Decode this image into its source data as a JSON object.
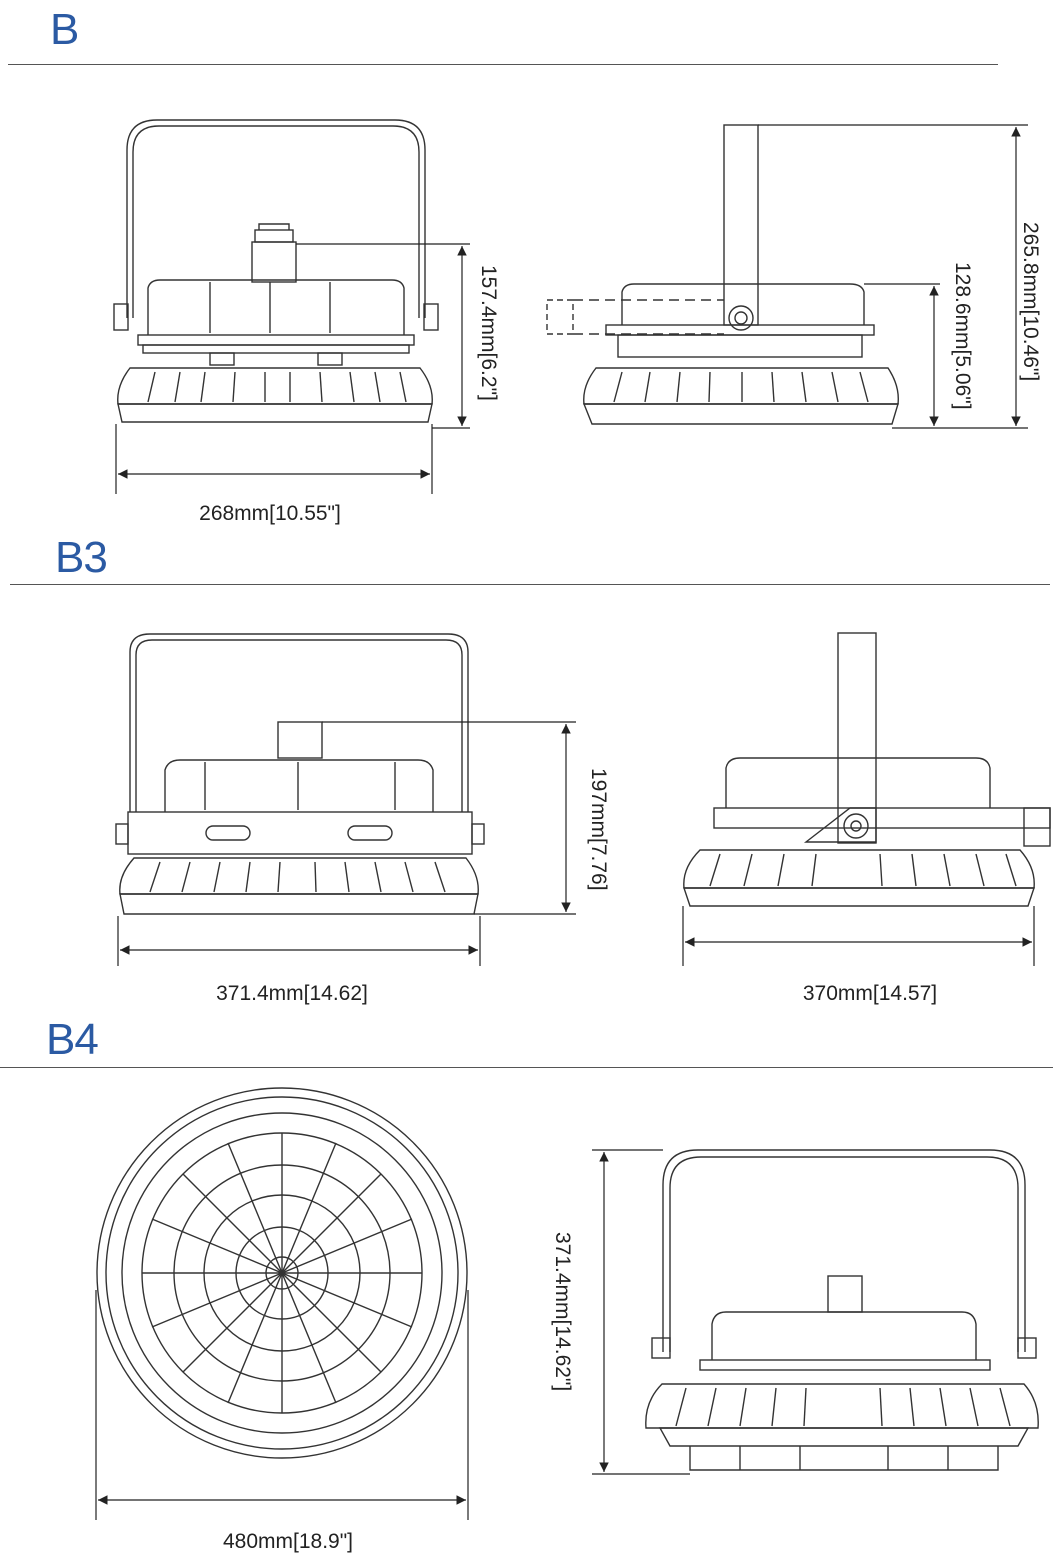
{
  "sections": [
    {
      "title": "B",
      "dimensions": {
        "front_height": "157.4mm[6.2\"]",
        "front_width": "268mm[10.55\"]",
        "side_body_height": "128.6mm[5.06\"]",
        "side_total_height": "265.8mm[10.46\"]"
      }
    },
    {
      "title": "B3",
      "dimensions": {
        "front_height": "197mm[7.76]",
        "front_width": "371.4mm[14.62]",
        "side_width": "370mm[14.57]"
      }
    },
    {
      "title": "B4",
      "dimensions": {
        "top_diameter": "480mm[18.9\"]",
        "side_height": "371.4mm[14.62\"]"
      }
    }
  ],
  "colors": {
    "title": "#2b5aa3",
    "line": "#333333",
    "rule": "#555555"
  }
}
